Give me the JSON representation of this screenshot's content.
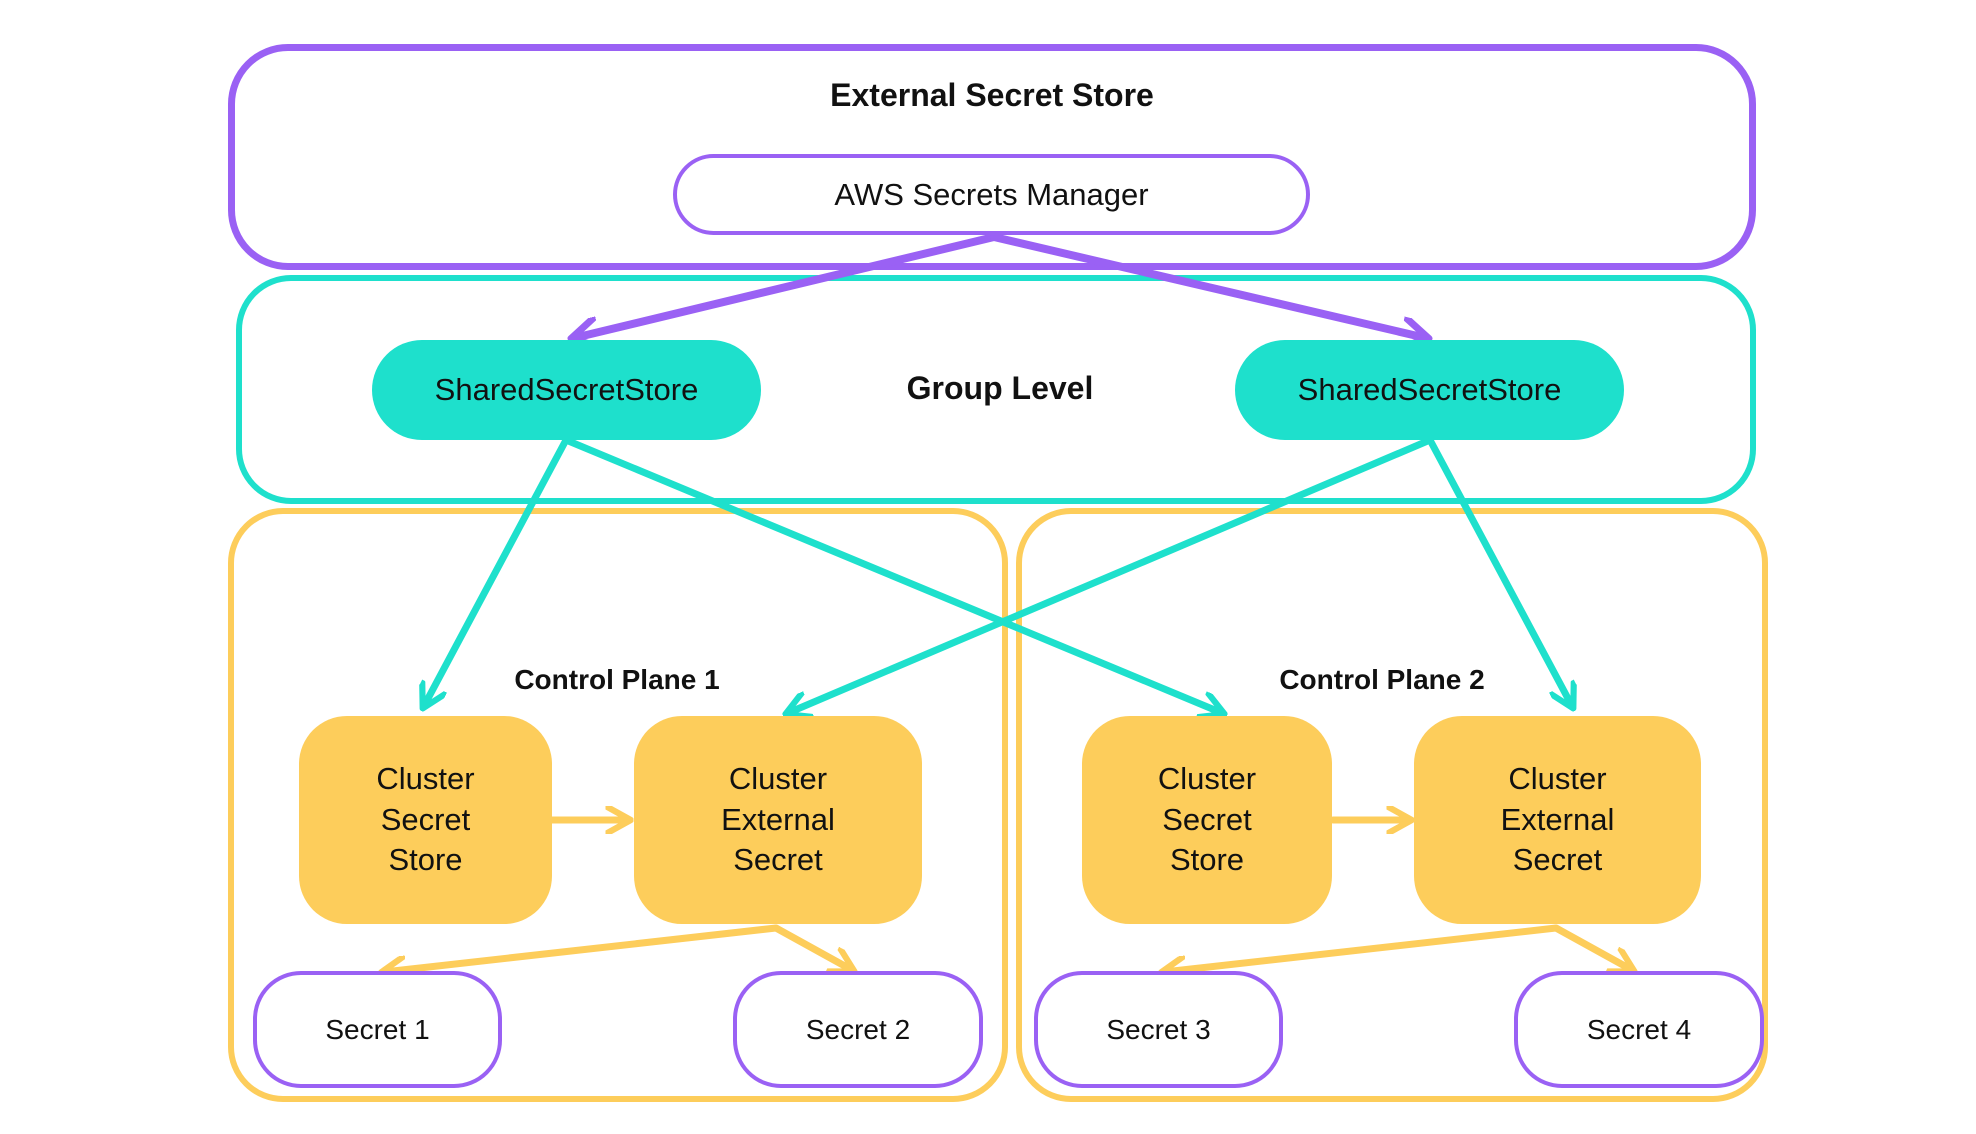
{
  "external_store": {
    "title": "External Secret Store",
    "provider": "AWS Secrets Manager"
  },
  "group": {
    "title": "Group Level",
    "shared_store_left": "SharedSecretStore",
    "shared_store_right": "SharedSecretStore"
  },
  "control_plane_1": {
    "title": "Control Plane 1",
    "cluster_secret_store": [
      "Cluster",
      "Secret",
      "Store"
    ],
    "cluster_external_secret": [
      "Cluster",
      "External",
      "Secret"
    ],
    "secrets": [
      "Secret 1",
      "Secret 2"
    ]
  },
  "control_plane_2": {
    "title": "Control Plane 2",
    "cluster_secret_store": [
      "Cluster",
      "Secret",
      "Store"
    ],
    "cluster_external_secret": [
      "Cluster",
      "External",
      "Secret"
    ],
    "secrets": [
      "Secret 3",
      "Secret 4"
    ]
  },
  "colors": {
    "purple": "#9a61f4",
    "teal": "#1ee0cc",
    "yellow": "#fdcd5b"
  }
}
